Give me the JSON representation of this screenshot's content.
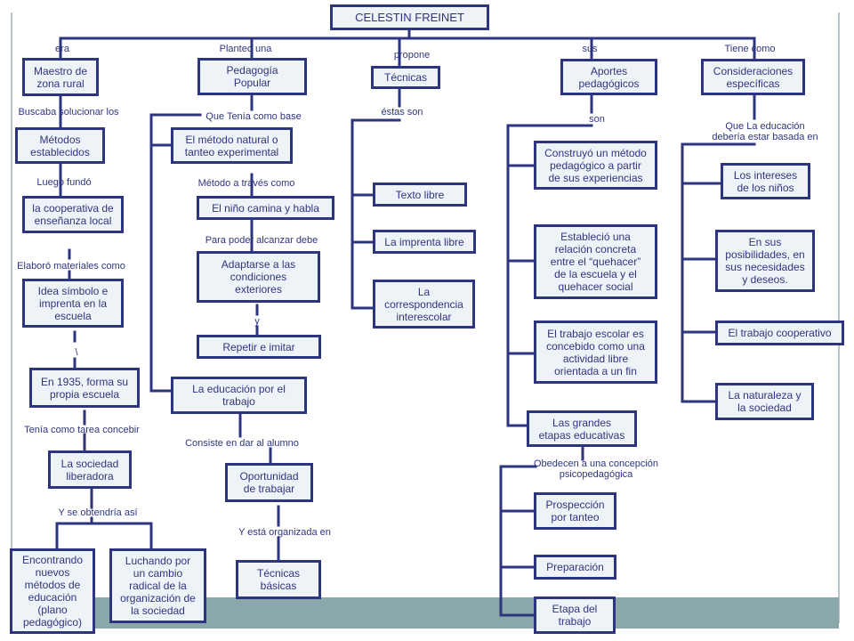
{
  "root": "CELESTIN FREINET",
  "branches": {
    "maestro": {
      "link": "era",
      "node": "Maestro de\nzona rural",
      "links": {
        "buscaba": "Buscaba solucionar los",
        "luego": "Luego fundó",
        "elaboro": "Elaboró materiales como",
        "tilde": "\\",
        "tenia": "Tenía como tarea concebir",
        "obtendria": "Y se obtendría así"
      },
      "metodos": "Métodos\nestablecidos",
      "cooperativa": "la cooperativa de\nenseñanza local",
      "idea": "Idea símbolo e\nimprenta en la\nescuela",
      "escuela1935": "En 1935, forma su\npropia escuela",
      "sociedad": "La sociedad\nliberadora",
      "encontrando": "Encontrando\nnuevos\nmétodos de\neducación\n(plano\npedagógico)",
      "luchando": "Luchando por\nun cambio\nradical de la\norganización de\nla sociedad"
    },
    "pedagogia": {
      "link": "Planteo una",
      "node": "Pedagogía\nPopular",
      "links": {
        "base": "Que Tenía como base",
        "metodo": "Método a través como",
        "alcanzar": "Para poder alcanzar debe",
        "y": "y",
        "consiste": "Consiste en dar al alumno",
        "organizada": "Y está organizada en"
      },
      "natural": "El método natural o\ntanteo experimental",
      "camina": "El niño camina y habla",
      "adaptarse": "Adaptarse a las\ncondiciones\nexteriores",
      "repetir": "Repetir e imitar",
      "trabajo": "La educación por el\ntrabajo",
      "oportunidad": "Oportunidad\nde trabajar",
      "tecnicas_basicas": "Técnicas\nbásicas"
    },
    "tecnicas": {
      "link": "propone",
      "node": "Técnicas",
      "links": {
        "estas": "éstas son"
      },
      "texto": "Texto libre",
      "imprenta": "La imprenta libre",
      "correspondencia": "La\ncorrespondencia\ninterescolar"
    },
    "aportes": {
      "link": "sus",
      "node": "Aportes\npedagógicos",
      "links": {
        "son": "son",
        "obedecen": "Obedecen a una concepción\npsicopedagógica"
      },
      "construyo": "Construyó un método\npedagógico a partir\nde sus experiencias",
      "establecio": "Estableció una\nrelación concreta\nentre el “quehacer”\nde la escuela y el\nquehacer social",
      "trabajo_escolar": "El trabajo escolar es\nconcebido como una\nactividad libre\norientada a un fin",
      "etapas": "Las grandes\netapas educativas",
      "prospeccion": "Prospección\npor tanteo",
      "preparacion": "Preparación",
      "etapa_trabajo": "Etapa del\ntrabajo"
    },
    "consideraciones": {
      "link": "Tiene como",
      "node": "Consideraciones\nespecíficas",
      "links": {
        "basada": "Que La educación\ndebería estar basada en"
      },
      "intereses": "Los intereses\nde los niños",
      "posibilidades": "En sus\nposibilidades, en\nsus necesidades\ny deseos.",
      "cooperativo": "El trabajo cooperativo",
      "naturaleza": "La naturaleza y\nla sociedad"
    }
  },
  "colors": {
    "line": "#2e3580",
    "box_fill": "#eef3f8",
    "footer_band": "#8aa7a9"
  }
}
